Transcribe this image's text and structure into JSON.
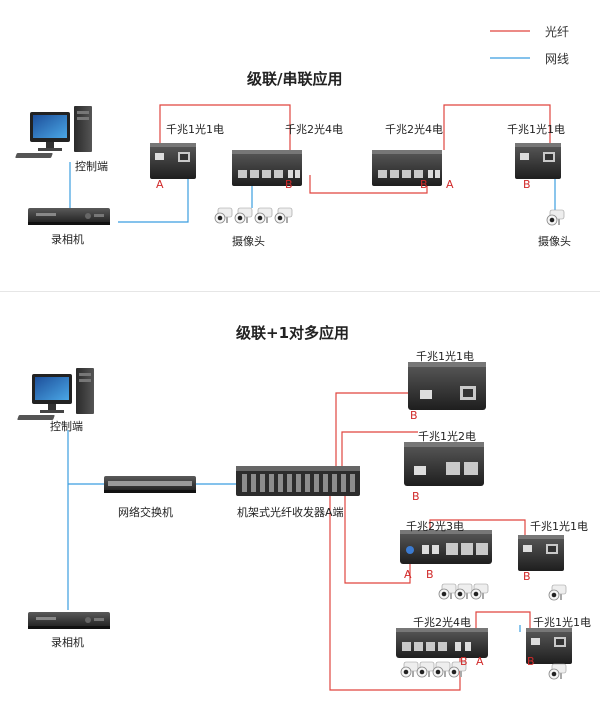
{
  "legend": {
    "fiber_label": "光纤",
    "network_label": "网线",
    "fiber_color": "#e0453f",
    "network_color": "#3b9ee0"
  },
  "section1": {
    "title": "级联/串联应用",
    "control_pc_label": "控制端",
    "recorder_label": "录相机",
    "converter1_label": "千兆1光1电",
    "converter2_label": "千兆2光4电",
    "converter3_label": "千兆2光4电",
    "converter4_label": "千兆1光1电",
    "camera_group_label": "摄像头",
    "camera_single_label": "摄像头",
    "port_a": "A",
    "port_b": "B"
  },
  "section2": {
    "title": "级联+1对多应用",
    "control_pc_label": "控制端",
    "switch_label": "网络交换机",
    "recorder_label": "录相机",
    "rack_label": "机架式光纤收发器A端",
    "dev1_label": "千兆1光1电",
    "dev2_label": "千兆1光2电",
    "dev3_label": "千兆2光3电",
    "dev3_right_label": "千兆1光1电",
    "dev4_label": "千兆2光4电",
    "dev4_right_label": "千兆1光1电",
    "port_a": "A",
    "port_b": "B"
  }
}
